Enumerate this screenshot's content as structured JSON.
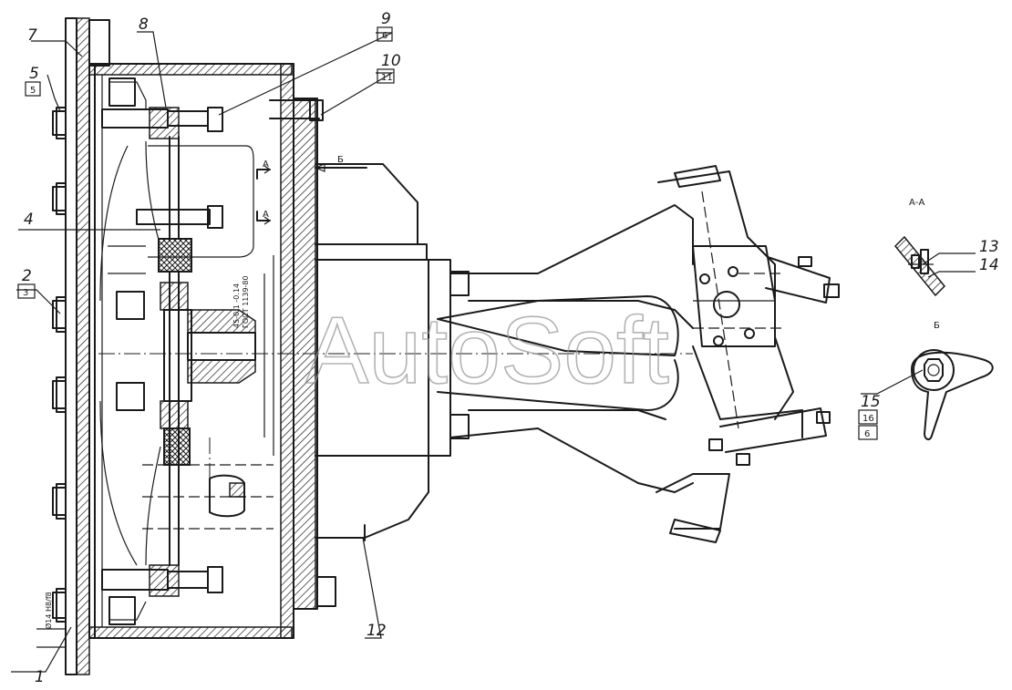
{
  "watermark": "AutoSoft",
  "callouts": {
    "c1": "1",
    "c2": "2",
    "c2_box": "3",
    "c4": "4",
    "c5": "5",
    "c5_box": "5",
    "c7": "7",
    "c8": "8",
    "c9": "9",
    "c9_box": "6",
    "c10": "10",
    "c10_box": "11",
    "c12": "12",
    "c13": "13",
    "c14": "14",
    "c15": "15",
    "c15_box1": "16",
    "c15_box2": "6"
  },
  "views": {
    "section_aa": "А-А",
    "view_b": "Б",
    "arrow_b": "Б",
    "cut_a_upper": "А",
    "cut_a_lower": "А"
  },
  "dimensions": {
    "diameter_fit": "Ø14 H8/f8",
    "hub_fit_1": "45-0.1 -0.14",
    "hub_fit_2": "ГОСТ 1139-80"
  }
}
